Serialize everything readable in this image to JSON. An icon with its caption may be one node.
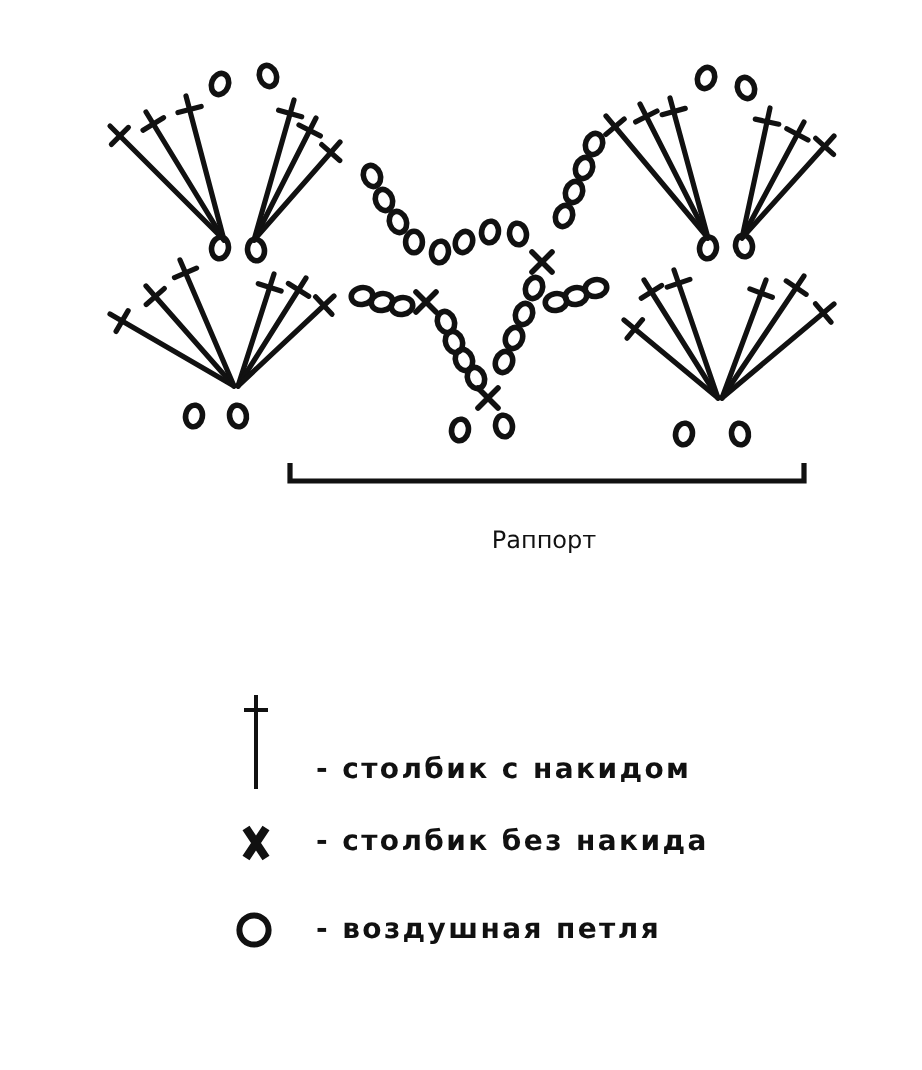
{
  "diagram": {
    "labels": [
      "Раппорт"
    ],
    "legend": [
      {
        "text": "- столбик с накидом"
      },
      {
        "text": "- столбик без накида"
      },
      {
        "text": "- воздушная петля"
      }
    ]
  }
}
